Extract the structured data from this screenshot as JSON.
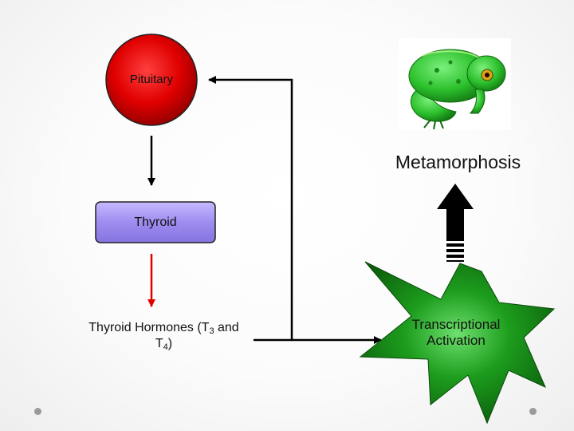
{
  "labels": {
    "pituitary": "Pituitary",
    "thyroid": "Thyroid",
    "hormones_prefix": "Thyroid Hormones (T",
    "hormones_sub1": "3",
    "hormones_mid": " and",
    "hormones_line2_prefix": "T",
    "hormones_sub2": "4",
    "hormones_close": ")",
    "metamorphosis": "Metamorphosis",
    "transcription_line1": "Transcriptional",
    "transcription_line2": "Activation"
  },
  "colors": {
    "pituitary": "#e00000",
    "thyroid": "#9f8df0",
    "starburst": "#1d9d1d",
    "frog": "#2cc02c",
    "red_arrow": "#e00000",
    "black_arrow": "#000000"
  },
  "icons": {
    "frog": "frog-image",
    "arrow": "arrow"
  }
}
